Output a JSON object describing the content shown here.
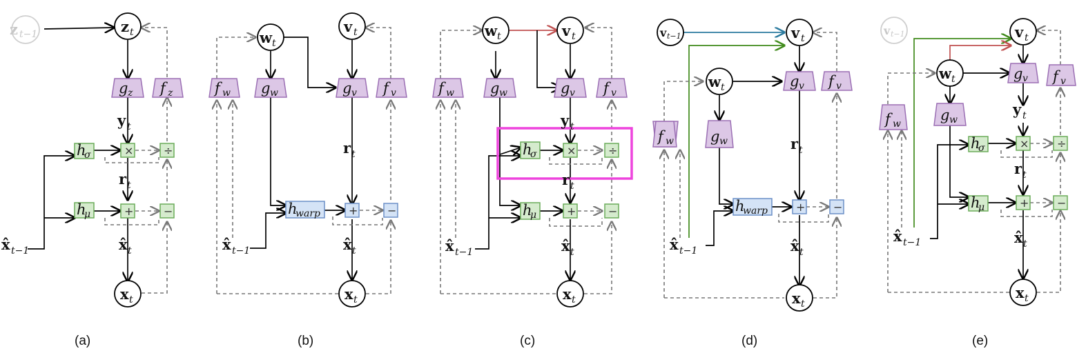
{
  "panel_a": {
    "caption": "(a)",
    "z_prev": {
      "b": "z",
      "s": "t−1"
    },
    "z": {
      "b": "z",
      "s": "t"
    },
    "g_z": {
      "i": "g",
      "s": "z"
    },
    "f_z": {
      "i": "f",
      "s": "z"
    },
    "y": {
      "b": "y",
      "s": "t"
    },
    "h_sigma": {
      "i": "h",
      "s": "σ"
    },
    "h_mu": {
      "i": "h",
      "s": "μ"
    },
    "r": {
      "b": "r",
      "s": "t"
    },
    "xhat_prev": {
      "b": "x̂",
      "s": "t−1"
    },
    "xhat": {
      "b": "x̂",
      "s": "t"
    },
    "x": {
      "b": "x",
      "s": "t"
    }
  },
  "panel_b": {
    "caption": "(b)",
    "w": {
      "b": "w",
      "s": "t"
    },
    "v": {
      "b": "v",
      "s": "t"
    },
    "f_w": {
      "i": "f",
      "s": "w"
    },
    "g_w": {
      "i": "g",
      "s": "w"
    },
    "g_v": {
      "i": "g",
      "s": "v"
    },
    "f_v": {
      "i": "f",
      "s": "v"
    },
    "r": {
      "b": "r",
      "s": "t"
    },
    "h_warp": {
      "i": "h",
      "s": "warp"
    },
    "xhat_prev": {
      "b": "x̂",
      "s": "t−1"
    },
    "xhat": {
      "b": "x̂",
      "s": "t"
    },
    "x": {
      "b": "x",
      "s": "t"
    }
  },
  "panel_c": {
    "caption": "(c)",
    "w": {
      "b": "w",
      "s": "t"
    },
    "v": {
      "b": "v",
      "s": "t"
    },
    "f_w": {
      "i": "f",
      "s": "w"
    },
    "g_w": {
      "i": "g",
      "s": "w"
    },
    "g_v": {
      "i": "g",
      "s": "v"
    },
    "f_v": {
      "i": "f",
      "s": "v"
    },
    "y": {
      "b": "y",
      "s": "t"
    },
    "h_sigma": {
      "i": "h",
      "s": "σ"
    },
    "h_mu": {
      "i": "h",
      "s": "μ"
    },
    "r": {
      "b": "r",
      "s": "t"
    },
    "xhat_prev": {
      "b": "x̂",
      "s": "t−1"
    },
    "xhat": {
      "b": "x̂",
      "s": "t"
    },
    "x": {
      "b": "x",
      "s": "t"
    }
  },
  "panel_d": {
    "caption": "(d)",
    "v_prev": {
      "b": "v",
      "s": "t−1"
    },
    "v": {
      "b": "v",
      "s": "t"
    },
    "w": {
      "b": "w",
      "s": "t"
    },
    "g_v": {
      "i": "g",
      "s": "v"
    },
    "f_v": {
      "i": "f",
      "s": "v"
    },
    "f_w": {
      "i": "f",
      "s": "w"
    },
    "g_w": {
      "i": "g",
      "s": "w"
    },
    "r": {
      "b": "r",
      "s": "t"
    },
    "h_warp": {
      "i": "h",
      "s": "warp"
    },
    "xhat_prev": {
      "b": "x̂",
      "s": "t−1"
    },
    "xhat": {
      "b": "x̂",
      "s": "t"
    },
    "x": {
      "b": "x",
      "s": "t"
    }
  },
  "panel_e": {
    "caption": "(e)",
    "v_prev": {
      "b": "v",
      "s": "t−1"
    },
    "v": {
      "b": "v",
      "s": "t"
    },
    "w": {
      "b": "w",
      "s": "t"
    },
    "g_v": {
      "i": "g",
      "s": "v"
    },
    "f_v": {
      "i": "f",
      "s": "v"
    },
    "f_w": {
      "i": "f",
      "s": "w"
    },
    "g_w": {
      "i": "g",
      "s": "w"
    },
    "y": {
      "b": "y",
      "s": "t"
    },
    "h_sigma": {
      "i": "h",
      "s": "σ"
    },
    "h_mu": {
      "i": "h",
      "s": "μ"
    },
    "r": {
      "b": "r",
      "s": "t"
    },
    "xhat_prev": {
      "b": "x̂",
      "s": "t−1"
    },
    "xhat": {
      "b": "x̂",
      "s": "t"
    },
    "x": {
      "b": "x",
      "s": "t"
    }
  },
  "ops": {
    "times": "×",
    "divide": "÷",
    "plus": "+",
    "minus": "−"
  },
  "colors": {
    "purple_fill": "#dcc7e6",
    "green_fill": "#d5ebcd",
    "blue_fill": "#d4e3f6",
    "highlight": "#ee44dd",
    "red_arrow": "#c05050",
    "blue_arrow": "#2a7a9e",
    "green_arrow": "#3f8a1a"
  }
}
